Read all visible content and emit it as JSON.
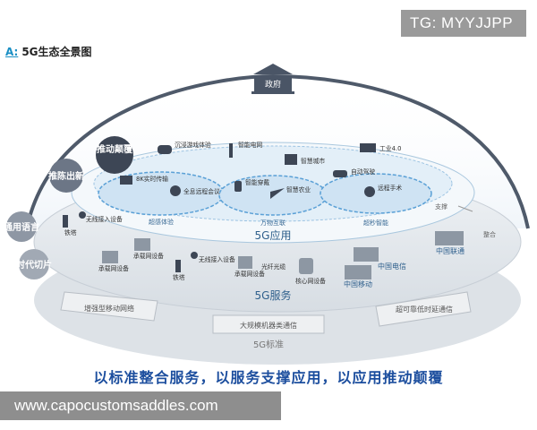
{
  "overlay": {
    "tg_text": "TG: MYYJJPP",
    "watermark_text": "www.capocustomsaddles.com"
  },
  "header": {
    "prefix": "A:",
    "title": "5G生态全景图"
  },
  "top": {
    "government": "政府"
  },
  "bubbles": {
    "push": "推动颠覆",
    "innovate": "推陈出新",
    "universal": "通用语言",
    "era": "时代切片"
  },
  "apps": {
    "immersive": "沉浸游戏体验",
    "smart_grid": "智能电网",
    "smart_city": "智慧城市",
    "industry": "工业4.0",
    "video_8k": "8K实时传输",
    "holo": "全息远程会议",
    "wearable": "智能穿戴",
    "agri": "智慧农业",
    "drive": "自动驾驶",
    "surgery": "远程手术"
  },
  "capabilities": {
    "experience": "超感体验",
    "iot": "万物互联",
    "intelligence": "超秒智能"
  },
  "layers": {
    "application": "5G应用",
    "service": "5G服务",
    "standard": "5G标准"
  },
  "side": {
    "support": "支撑",
    "integration": "整合"
  },
  "services": {
    "wireless1": "无线接入设备",
    "bearer1": "承载网设备",
    "bearer2": "承载网设备",
    "wireless2": "无线接入设备",
    "bearer3": "承载网设备",
    "optical": "光纤光缆",
    "core": "核心网设备",
    "tower1": "铁塔",
    "tower2": "铁塔"
  },
  "operators": {
    "telecom": "中国电信",
    "unicom": "中国联通",
    "mobile": "中国移动"
  },
  "standards": {
    "embb": "增强型移动网络",
    "mmtc": "大规模机器类通信",
    "urllc": "超可靠低时延通信"
  },
  "slogan": "以标准整合服务，以服务支撑应用，以应用推动颠覆",
  "colors": {
    "dark": "#4a5566",
    "blue": "#5aa0d6",
    "light_blue": "#d6e8f6",
    "slogan": "#1c4e9e"
  }
}
